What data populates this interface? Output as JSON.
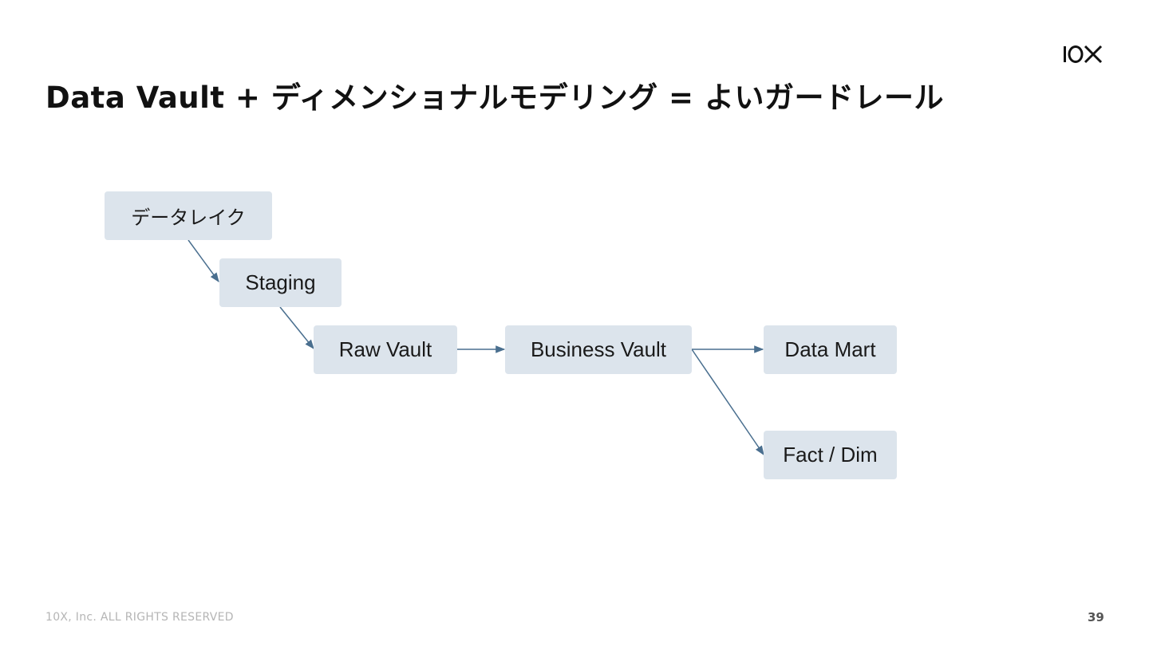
{
  "logo": {
    "text": "10X"
  },
  "title": "Data Vault + ディメンショナルモデリング = よいガードレール",
  "nodes": {
    "data_lake": "データレイク",
    "staging": "Staging",
    "raw_vault": "Raw Vault",
    "business_vault": "Business Vault",
    "data_mart": "Data Mart",
    "fact_dim": "Fact / Dim"
  },
  "edges": [
    {
      "from": "data_lake",
      "to": "staging"
    },
    {
      "from": "staging",
      "to": "raw_vault"
    },
    {
      "from": "raw_vault",
      "to": "business_vault"
    },
    {
      "from": "business_vault",
      "to": "data_mart"
    },
    {
      "from": "business_vault",
      "to": "fact_dim"
    }
  ],
  "colors": {
    "node_fill": "#dce4ec",
    "edge": "#4a6f8f",
    "title": "#111111"
  },
  "footer": {
    "copyright": "10X, Inc. ALL RIGHTS RESERVED",
    "page_number": "39"
  }
}
